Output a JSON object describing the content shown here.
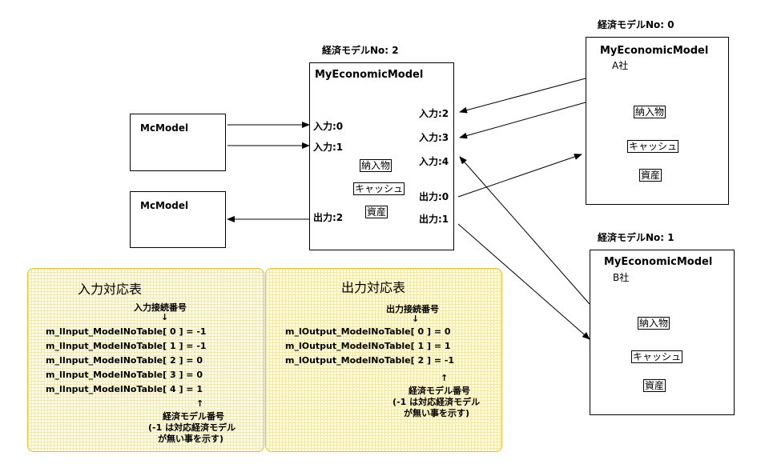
{
  "model_no_2": {
    "label": "経済モデルNo: 2",
    "name": "MyEconomicModel",
    "in0": "入力:0",
    "in1": "入力:1",
    "in2": "入力:2",
    "in3": "入力:3",
    "in4": "入力:4",
    "out0": "出力:0",
    "out1": "出力:1",
    "out2": "出力:2",
    "item1": "納入物",
    "item2": "キャッシュ",
    "item3": "資産"
  },
  "mc_model_1": {
    "name": "McModel"
  },
  "mc_model_2": {
    "name": "McModel"
  },
  "model_no_0": {
    "label": "経済モデルNo: 0",
    "name": "MyEconomicModel",
    "company": "A社",
    "item1": "納入物",
    "item2": "キャッシュ",
    "item3": "資産"
  },
  "model_no_1": {
    "label": "経済モデルNo: 1",
    "name": "MyEconomicModel",
    "company": "B社",
    "item1": "納入物",
    "item2": "キャッシュ",
    "item3": "資産"
  },
  "input_table": {
    "title": "入力対応表",
    "header": "入力接続番号",
    "arrow_down": "↓",
    "rows": [
      "m_lInput_ModelNoTable[ 0 ]  = -1",
      "m_lInput_ModelNoTable[ 1 ]  = -1",
      "m_lInput_ModelNoTable[ 2 ]  =  0",
      "m_lInput_ModelNoTable[ 3 ]  =  0",
      "m_lInput_ModelNoTable[ 4 ]  =  1"
    ],
    "arrow_up": "↑",
    "footer1": "経済モデル番号",
    "footer2": "(-1 は対応経済モデル",
    "footer3": "が無い事を示す)"
  },
  "output_table": {
    "title": "出力対応表",
    "header": "出力接続番号",
    "arrow_down": "↓",
    "rows": [
      "m_lOutput_ModelNoTable[ 0 ] =  0",
      "m_lOutput_ModelNoTable[ 1 ] =  1",
      "m_lOutput_ModelNoTable[ 2 ] = -1"
    ],
    "arrow_up": "↑",
    "footer1": "経済モデル番号",
    "footer2": "(-1 は対応経済モデル",
    "footer3": "が無い事を示す)"
  }
}
